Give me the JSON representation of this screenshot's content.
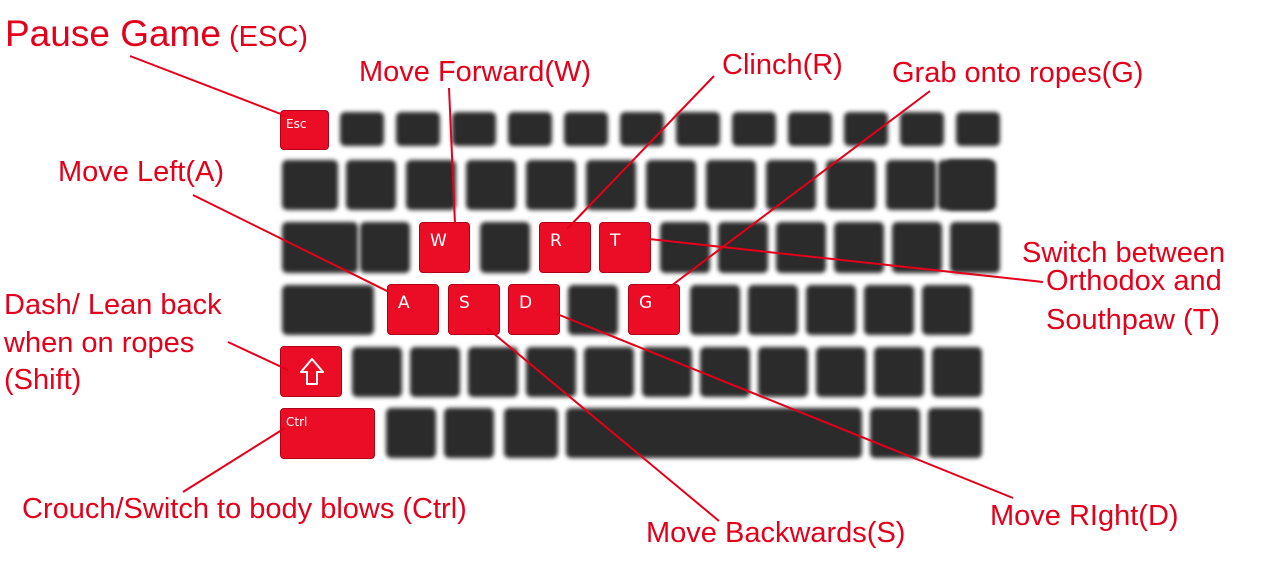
{
  "colors": {
    "accent": "#e3001b",
    "key_highlight": "#ea0d25",
    "key_dark": "#2b2b2b"
  },
  "keys": {
    "esc": "Esc",
    "w": "W",
    "r": "R",
    "t": "T",
    "a": "A",
    "s": "S",
    "d": "D",
    "g": "G",
    "shift_icon": "shift-arrow-icon",
    "ctrl": "Ctrl"
  },
  "labels": {
    "pause_main": "Pause Game",
    "pause_key": "(ESC)",
    "move_forward": "Move Forward(W)",
    "clinch": "Clinch(R)",
    "grab_ropes": "Grab onto ropes(G)",
    "move_left": "Move Left(A)",
    "switch_line1": "Switch between",
    "switch_line2": "Orthodox and",
    "switch_line3": "Southpaw (T)",
    "dash_line1": "Dash/ Lean back",
    "dash_line2": "when on ropes",
    "dash_line3": "(Shift)",
    "crouch": "Crouch/Switch to body blows (Ctrl)",
    "move_backwards": "Move Backwards(S)",
    "move_right": "Move RIght(D)"
  }
}
